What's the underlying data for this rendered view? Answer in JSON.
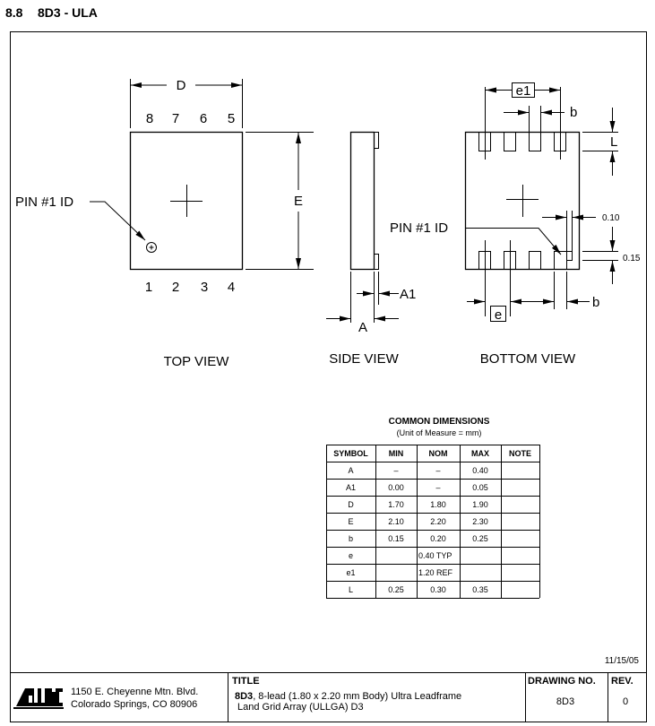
{
  "header": {
    "section": "8.8",
    "title": "8D3 - ULA"
  },
  "top_view": {
    "label": "TOP VIEW",
    "dim_d": "D",
    "dim_e": "E",
    "pin_id": "PIN #1 ID",
    "pins_top": [
      "8",
      "7",
      "6",
      "5"
    ],
    "pins_bottom": [
      "1",
      "2",
      "3",
      "4"
    ]
  },
  "side_view": {
    "label": "SIDE VIEW",
    "dim_a1": "A1",
    "dim_a": "A"
  },
  "bottom_view": {
    "label": "BOTTOM VIEW",
    "dim_e1": "e1",
    "dim_b_top": "b",
    "dim_l": "L",
    "pin_id": "PIN #1 ID",
    "dim_010": "0.10",
    "dim_015": "0.15",
    "dim_e": "e",
    "dim_b_bottom": "b"
  },
  "table": {
    "title": "COMMON DIMENSIONS",
    "subtitle": "(Unit of Measure = mm)",
    "headers": [
      "SYMBOL",
      "MIN",
      "NOM",
      "MAX",
      "NOTE"
    ],
    "rows": [
      [
        "A",
        "–",
        "–",
        "0.40",
        ""
      ],
      [
        "A1",
        "0.00",
        "–",
        "0.05",
        ""
      ],
      [
        "D",
        "1.70",
        "1.80",
        "1.90",
        ""
      ],
      [
        "E",
        "2.10",
        "2.20",
        "2.30",
        ""
      ],
      [
        "b",
        "0.15",
        "0.20",
        "0.25",
        ""
      ],
      [
        "e",
        "",
        "0.40 TYP",
        "",
        ""
      ],
      [
        "e1",
        "",
        "1.20 REF",
        "",
        ""
      ],
      [
        "L",
        "0.25",
        "0.30",
        "0.35",
        ""
      ]
    ]
  },
  "date": "11/15/05",
  "title_block": {
    "logo": "ATMEL",
    "address1": "1150 E. Cheyenne Mtn. Blvd.",
    "address2": "Colorado Springs, CO  80906",
    "title_label": "TITLE",
    "title_bold": "8D3",
    "title_line1": ", 8-lead (1.80 x 2.20 mm Body) Ultra Leadframe",
    "title_line2": "Land Grid Array (ULLGA) D3",
    "drawing_no_label": "DRAWING NO.",
    "drawing_no": "8D3",
    "rev_label": "REV.",
    "rev": "0"
  }
}
